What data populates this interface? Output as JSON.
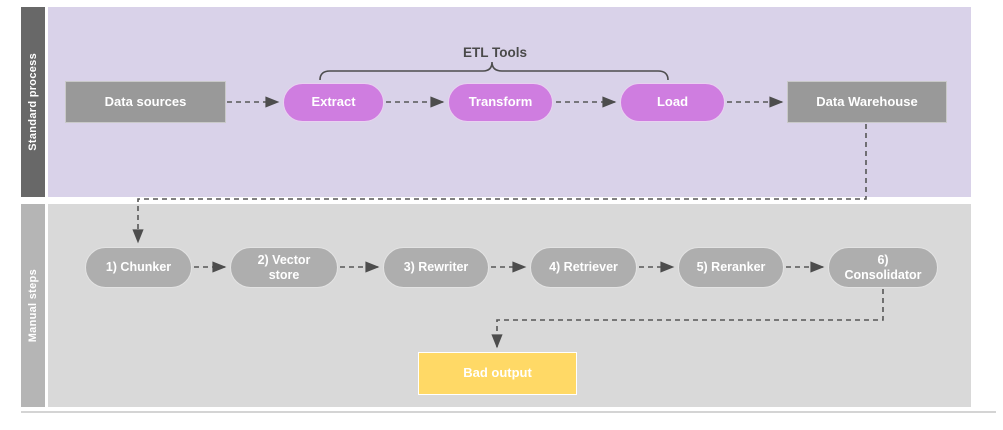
{
  "diagram": {
    "lanes": {
      "standard": {
        "label": "Standard process"
      },
      "manual": {
        "label": "Manual steps"
      }
    },
    "brace_label": "ETL Tools",
    "nodes": {
      "data_sources": "Data sources",
      "extract": "Extract",
      "transform": "Transform",
      "load": "Load",
      "data_warehouse": "Data Warehouse",
      "chunker": "1) Chunker",
      "vector_store": "2) Vector store",
      "rewriter": "3) Rewriter",
      "retriever": "4) Retriever",
      "reranker": "5) Reranker",
      "consolidator": "6) Consolidator",
      "bad_output": "Bad output"
    },
    "edges": [
      "Data sources -> Extract",
      "Extract -> Transform",
      "Transform -> Load",
      "Load -> Data Warehouse",
      "Data Warehouse -> 1) Chunker",
      "1) Chunker -> 2) Vector store",
      "2) Vector store -> 3) Rewriter",
      "3) Rewriter -> 4) Retriever",
      "4) Retriever -> 5) Reranker",
      "5) Reranker -> 6) Consolidator",
      "6) Consolidator -> Bad output"
    ],
    "colors": {
      "lane_standard_bg": "#d9d2e9",
      "lane_standard_strip": "#686868",
      "lane_manual_bg": "#d9d9d9",
      "lane_manual_strip": "#b5b5b5",
      "etl_pill": "#cf7de0",
      "gray_box": "#999999",
      "gray_pill": "#aeaeae",
      "bad_output": "#ffd966",
      "connector": "#4d4d4d"
    }
  }
}
